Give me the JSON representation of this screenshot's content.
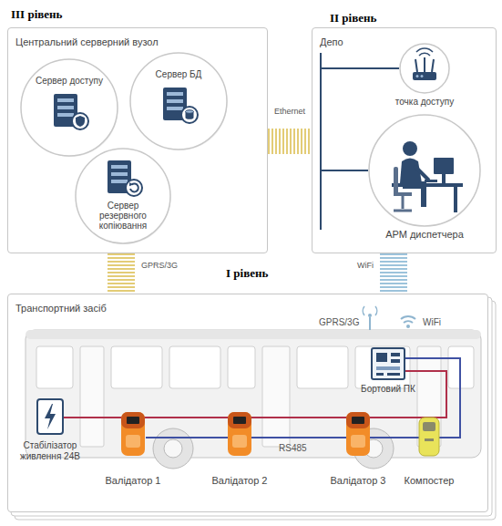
{
  "diagram": {
    "nodes": [
      {
        "text": [
          "Центральний серверний вузол"
        ]
      },
      {
        "text": [
          "Сервер доступу"
        ],
        "in": 0
      },
      {
        "text": [
          "Сервер БД"
        ],
        "in": 0
      },
      {
        "text": [
          "Сервер резервного копіювання"
        ],
        "in": 0
      },
      {
        "text": [
          "Депо"
        ]
      },
      {
        "text": [
          "точка доступу"
        ],
        "in": 4
      },
      {
        "text": [
          "АРМ диспетчера"
        ],
        "in": 4
      },
      {
        "text": [
          "Транспортний засіб"
        ]
      },
      {
        "text": [
          "Бортовий ПК"
        ],
        "in": 7
      },
      {
        "text": [
          "Стабілізатор живлення 24В"
        ],
        "in": 7
      },
      {
        "text": [
          "Валідатор 1"
        ],
        "in": 7
      },
      {
        "text": [
          "Валідатор 2"
        ],
        "in": 7
      },
      {
        "text": [
          "Валідатор 3"
        ],
        "in": 7
      },
      {
        "text": [
          "Компостер"
        ],
        "in": 7
      }
    ],
    "edges": [
      {
        "from": 0,
        "to": 4,
        "arrow": "none",
        "label": "Ethernet"
      },
      {
        "from": 0,
        "to": 7,
        "arrow": "none",
        "label": "GPRS/3G"
      },
      {
        "from": 4,
        "to": 7,
        "arrow": "none",
        "label": "WiFi"
      },
      {
        "from": 5,
        "to": 6,
        "arrow": "none"
      },
      {
        "from": 9,
        "to": 8,
        "arrow": "none"
      },
      {
        "from": 9,
        "to": 10,
        "arrow": "none"
      },
      {
        "from": 9,
        "to": 11,
        "arrow": "none"
      },
      {
        "from": 9,
        "to": 12,
        "arrow": "none"
      },
      {
        "from": 9,
        "to": 13,
        "arrow": "none"
      },
      {
        "from": 8,
        "to": 10,
        "arrow": "none"
      },
      {
        "from": 8,
        "to": 11,
        "arrow": "none"
      },
      {
        "from": 8,
        "to": 12,
        "arrow": "none"
      },
      {
        "from": 8,
        "to": 13,
        "arrow": "none"
      }
    ],
    "labels": [
      "III рівень",
      "II рівень",
      "I рівень",
      "GPRS/3G",
      "WiFi",
      "RS485"
    ]
  }
}
